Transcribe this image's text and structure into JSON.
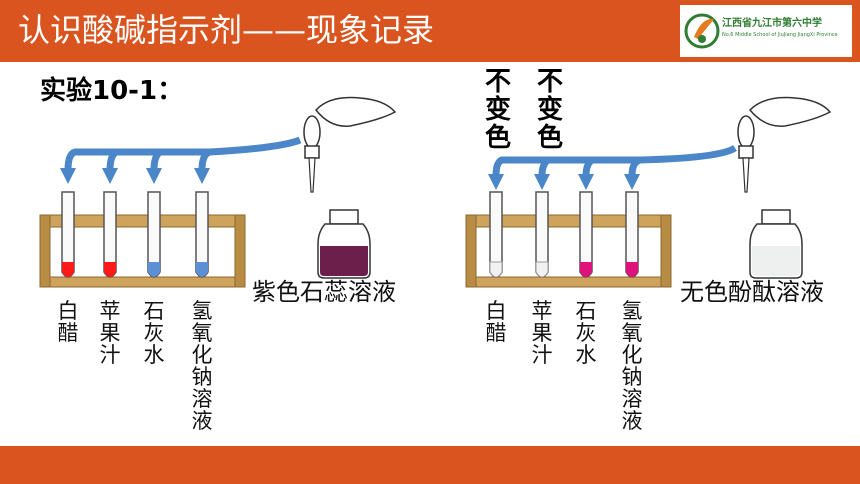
{
  "header": {
    "title": "认识酸碱指示剂——现象记录",
    "school_name": "江西省九江市第六中学",
    "school_name_en": "No.6 Middle School of JiuJiang JiangXi Province",
    "logo_icon": "school-emblem-icon"
  },
  "experiment": {
    "title": "实验10-1："
  },
  "left_panel": {
    "solution_label": "紫色石蕊溶液",
    "tubes": [
      {
        "label": "白醋",
        "color": "#ff1a1a"
      },
      {
        "label": "苹果汁",
        "color": "#ff1a1a"
      },
      {
        "label": "石灰水",
        "color": "#5b8fd6"
      },
      {
        "label": "氢氧化钠溶液",
        "color": "#5b8fd6"
      }
    ],
    "bottle_color": "#6b1f4a"
  },
  "right_panel": {
    "solution_label": "无色酚酞溶液",
    "annotations": [
      "不变色",
      "不变色"
    ],
    "tubes": [
      {
        "label": "白醋",
        "color": "#f2f2f2"
      },
      {
        "label": "苹果汁",
        "color": "#f2f2f2"
      },
      {
        "label": "石灰水",
        "color": "#e0117a"
      },
      {
        "label": "氢氧化钠溶液",
        "color": "#e0117a"
      }
    ],
    "bottle_color": "#eef0f0"
  },
  "colors": {
    "accent": "#d9541e",
    "arrow": "#4a86c8",
    "rack": "#cfa35c"
  }
}
